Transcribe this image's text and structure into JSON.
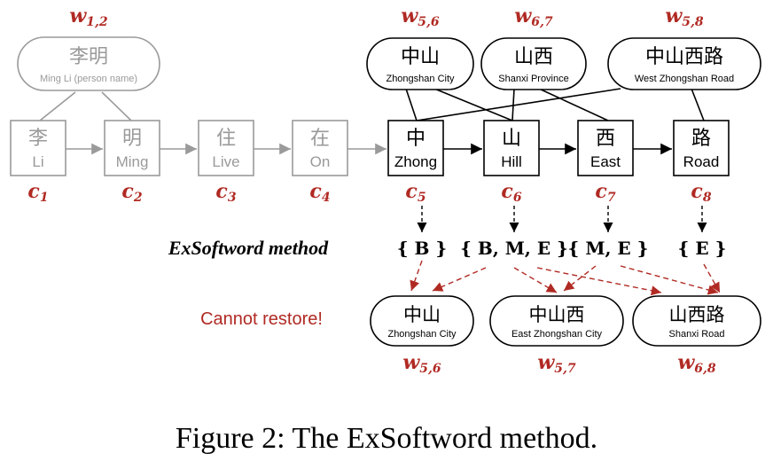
{
  "figure": {
    "caption": "Figure 2: The ExSoftword method.",
    "method_label": "ExSoftword method",
    "cannot_restore": "Cannot restore!"
  },
  "top_words": [
    {
      "id": "w12",
      "label_main": "w",
      "label_sub": "1,2",
      "cn": "李明",
      "en": "Ming Li (person name)",
      "color": "#9a9a9a"
    },
    {
      "id": "w56",
      "label_main": "w",
      "label_sub": "5,6",
      "cn": "中山",
      "en": "Zhongshan City",
      "color": "#000000"
    },
    {
      "id": "w67",
      "label_main": "w",
      "label_sub": "6,7",
      "cn": "山西",
      "en": "Shanxi Province",
      "color": "#000000"
    },
    {
      "id": "w58",
      "label_main": "w",
      "label_sub": "5,8",
      "cn": "中山西路",
      "en": "West Zhongshan Road",
      "color": "#000000"
    }
  ],
  "chars": [
    {
      "cn": "李",
      "en": "Li",
      "label_main": "c",
      "label_sub": "1",
      "color": "#9a9a9a"
    },
    {
      "cn": "明",
      "en": "Ming",
      "label_main": "c",
      "label_sub": "2",
      "color": "#9a9a9a"
    },
    {
      "cn": "住",
      "en": "Live",
      "label_main": "c",
      "label_sub": "3",
      "color": "#9a9a9a"
    },
    {
      "cn": "在",
      "en": "On",
      "label_main": "c",
      "label_sub": "4",
      "color": "#9a9a9a"
    },
    {
      "cn": "中",
      "en": "Zhong",
      "label_main": "c",
      "label_sub": "5",
      "color": "#000000"
    },
    {
      "cn": "山",
      "en": "Hill",
      "label_main": "c",
      "label_sub": "6",
      "color": "#000000"
    },
    {
      "cn": "西",
      "en": "East",
      "label_main": "c",
      "label_sub": "7",
      "color": "#000000"
    },
    {
      "cn": "路",
      "en": "Road",
      "label_main": "c",
      "label_sub": "8",
      "color": "#000000"
    }
  ],
  "tag_sets": [
    {
      "text": "{ B }"
    },
    {
      "text": "{ B, M, E }"
    },
    {
      "text": "{ M, E }"
    },
    {
      "text": "{ E }"
    }
  ],
  "bottom_words": [
    {
      "cn": "中山",
      "en": "Zhongshan City",
      "label_main": "w",
      "label_sub": "5,6"
    },
    {
      "cn": "中山西",
      "en": "East Zhongshan City",
      "label_main": "w",
      "label_sub": "5,7"
    },
    {
      "cn": "山西路",
      "en": "Shanxi Road",
      "label_main": "w",
      "label_sub": "6,8"
    }
  ],
  "colors": {
    "accent_red": "#b02a23",
    "gray": "#9a9a9a",
    "black": "#000000"
  }
}
